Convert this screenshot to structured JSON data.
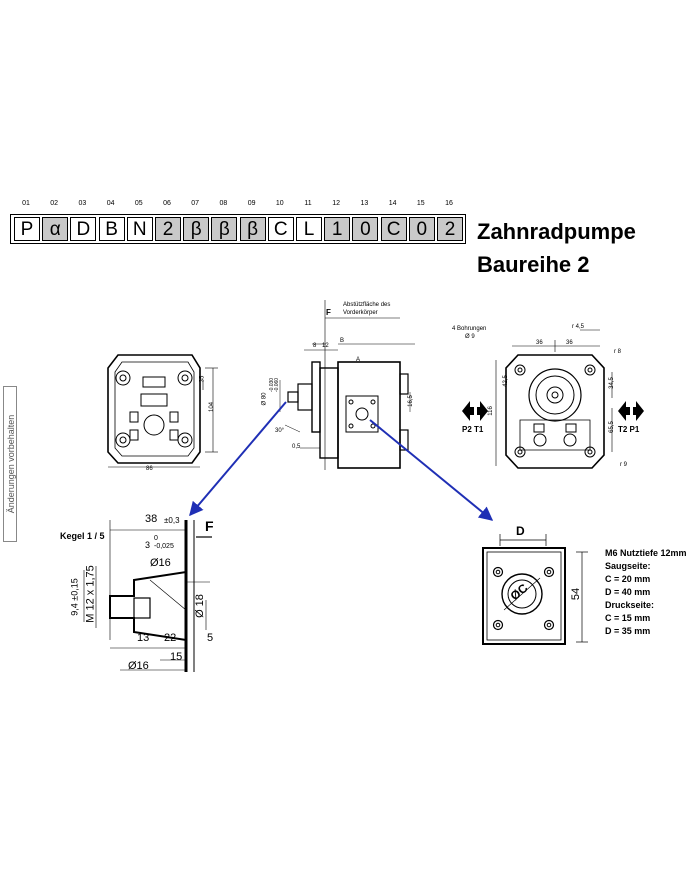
{
  "positions": [
    "01",
    "02",
    "03",
    "04",
    "05",
    "06",
    "07",
    "08",
    "09",
    "10",
    "11",
    "12",
    "13",
    "14",
    "15",
    "16"
  ],
  "code_chars": [
    "P",
    "α",
    "D",
    "B",
    "N",
    "2",
    "β",
    "β",
    "β",
    "C",
    "L",
    "1",
    "0",
    "C",
    "0",
    "2"
  ],
  "code_shading": [
    "white",
    "gray",
    "white",
    "white",
    "white",
    "gray",
    "gray",
    "gray",
    "gray",
    "white",
    "white",
    "gray",
    "gray",
    "gray",
    "gray",
    "gray"
  ],
  "title_line1": "Zahnradpumpe",
  "title_line2": "Baureihe 2",
  "side_note": "Änderungen vorbehalten",
  "front_view": {
    "dim_width": "86",
    "dim_height": "104",
    "dim_35": "35"
  },
  "side_view": {
    "label_F": "F",
    "abstutz": "Abstützfläche des",
    "vorderkoerper": "Vorderkörper",
    "dim_8": "8",
    "dim_12": "12",
    "dim_B": "B",
    "dim_A": "A",
    "dim_d80": "Ø 80",
    "tol": "-0.030\n-0.060",
    "dim_30": "30°",
    "dim_05": "0,5",
    "dim_165": "16,5"
  },
  "rear_view": {
    "bohrungen": "4 Bohrungen",
    "d9": "Ø 9",
    "dim_r45": "r 4,5",
    "dim_36a": "36",
    "dim_36b": "36",
    "dim_r8": "r 8",
    "dim_425": "42,5",
    "dim_345": "34,5",
    "dim_116": "116",
    "dim_655": "65,5",
    "dim_r9": "r 9",
    "left_arrow_label": "P2 T1",
    "right_arrow_label": "T2 P1"
  },
  "kegel": {
    "title": "Kegel 1 / 5",
    "dim_38": "38",
    "tol_38": "±0,3",
    "tol_3": "0\n-0,025",
    "dim_3": "3",
    "dim_d16a": "Ø16",
    "dim_94": "9,4 ±0,15",
    "thread": "M 12 x 1,75",
    "dim_d18": "Ø 18",
    "dim_13": "13",
    "dim_22": "22",
    "dim_5": "5",
    "dim_15": "15",
    "dim_d16b": "Ø16",
    "label_F": "F"
  },
  "flange": {
    "label_D": "D",
    "label_C": "ØC",
    "dim_54": "54",
    "specs": [
      "M6 Nutztiefe 12mm",
      "Saugseite:",
      "C = 20  mm",
      "D = 40  mm",
      "Druckseite:",
      "C = 15  mm",
      "D = 35  mm"
    ]
  },
  "colors": {
    "arrow": "#1f2fb5",
    "gray_cell": "#c9c9c9"
  }
}
